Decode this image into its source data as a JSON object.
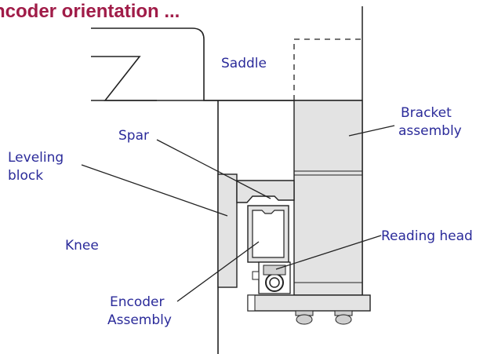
{
  "header": {
    "title": "ncoder orientation ...",
    "title_color": "#a01c48"
  },
  "labels": {
    "saddle": "Saddle",
    "bracket_line1": "Bracket",
    "bracket_line2": "assembly",
    "spar": "Spar",
    "leveling_line1": "Leveling",
    "leveling_line2": "block",
    "knee": "Knee",
    "reading_head": "Reading head",
    "encoder_line1": "Encoder",
    "encoder_line2": "Assembly"
  },
  "colors": {
    "label_color": "#2b2b9a",
    "line_color": "#222222",
    "shaded_fill": "#e3e3e3"
  }
}
